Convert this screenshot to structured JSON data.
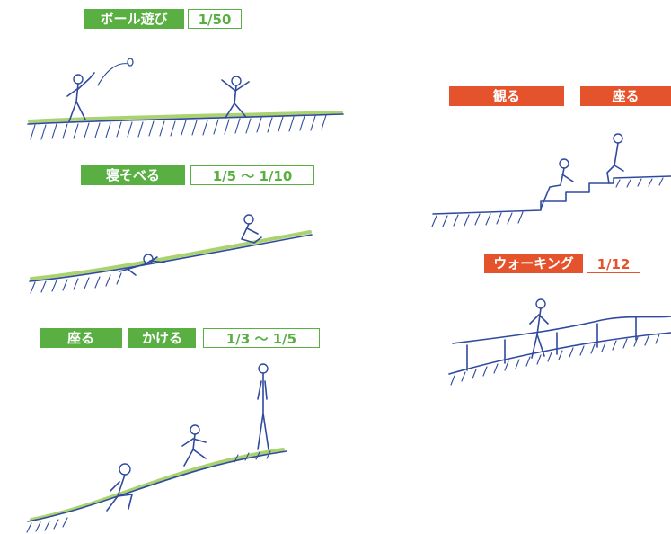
{
  "sections": {
    "ball_play": {
      "activity": "ボール遊び",
      "ratio": "1/50"
    },
    "lying": {
      "activity": "寝そべる",
      "ratio": "1/5 ～ 1/10"
    },
    "sit_run": {
      "activity_1": "座る",
      "activity_2": "かける",
      "ratio": "1/3 ～ 1/5"
    },
    "watch_sit": {
      "activity_1": "観る",
      "activity_2": "座る"
    },
    "walking": {
      "activity": "ウォーキング",
      "ratio": "1/12"
    }
  },
  "colors": {
    "green": "#5aaf43",
    "red": "#e5532d",
    "ink": "#2f4a9e",
    "grass": "#8dc43f"
  }
}
